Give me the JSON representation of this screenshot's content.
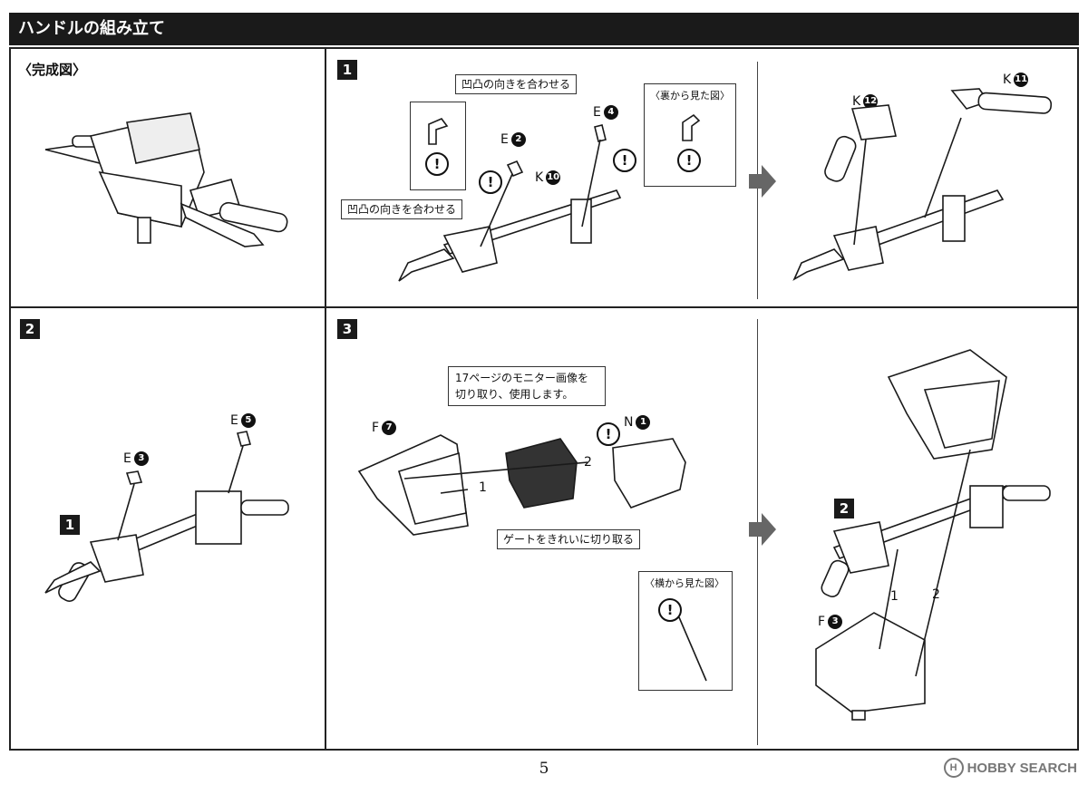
{
  "header": {
    "title": "ハンドルの組み立て"
  },
  "panel_complete": {
    "title": "〈完成図〉"
  },
  "steps": {
    "step1": {
      "number": "1",
      "callout_top": "凹凸の向きを合わせる",
      "callout_left": "凹凸の向きを合わせる",
      "back_view_label": "〈裏から見た図〉",
      "parts": [
        {
          "letter": "E",
          "num": "2"
        },
        {
          "letter": "E",
          "num": "4"
        },
        {
          "letter": "K",
          "num": "10"
        }
      ],
      "result_parts": [
        {
          "letter": "K",
          "num": "12"
        },
        {
          "letter": "K",
          "num": "11"
        }
      ]
    },
    "step2": {
      "number": "2",
      "parts": [
        {
          "letter": "E",
          "num": "3"
        },
        {
          "letter": "E",
          "num": "5"
        }
      ],
      "ref_step": "1"
    },
    "step3": {
      "number": "3",
      "monitor_note": "17ページのモニター画像を切り取り、使用します。",
      "gate_note": "ゲートをきれいに切り取る",
      "side_view_label": "〈横から見た図〉",
      "parts": [
        {
          "letter": "F",
          "num": "7"
        },
        {
          "letter": "N",
          "num": "1"
        },
        {
          "letter": "F",
          "num": "3"
        }
      ],
      "order_1": "1",
      "order_2": "2",
      "ref_step": "2"
    }
  },
  "warning_mark": "!",
  "page_number": "5",
  "watermark": "HOBBY SEARCH"
}
